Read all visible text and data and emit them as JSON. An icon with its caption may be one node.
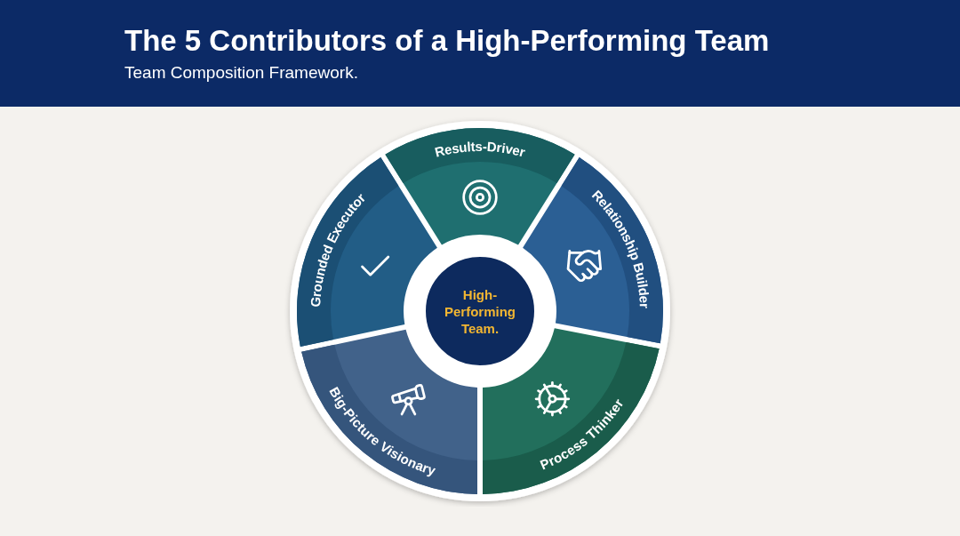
{
  "diagram": {
    "title": "The 5 Contributors of a High-Performing Team",
    "nodes": [
      {
        "text": [
          "High-Performing Team."
        ]
      },
      {
        "text": [
          "Results-Driver"
        ]
      },
      {
        "text": [
          "Relationship Builder"
        ]
      },
      {
        "text": [
          "Process Thinker"
        ]
      },
      {
        "text": [
          "Big-Picture Visionary"
        ]
      },
      {
        "text": [
          "Grounded Executor"
        ]
      }
    ],
    "labels": [
      "Team Composition Framework."
    ]
  }
}
